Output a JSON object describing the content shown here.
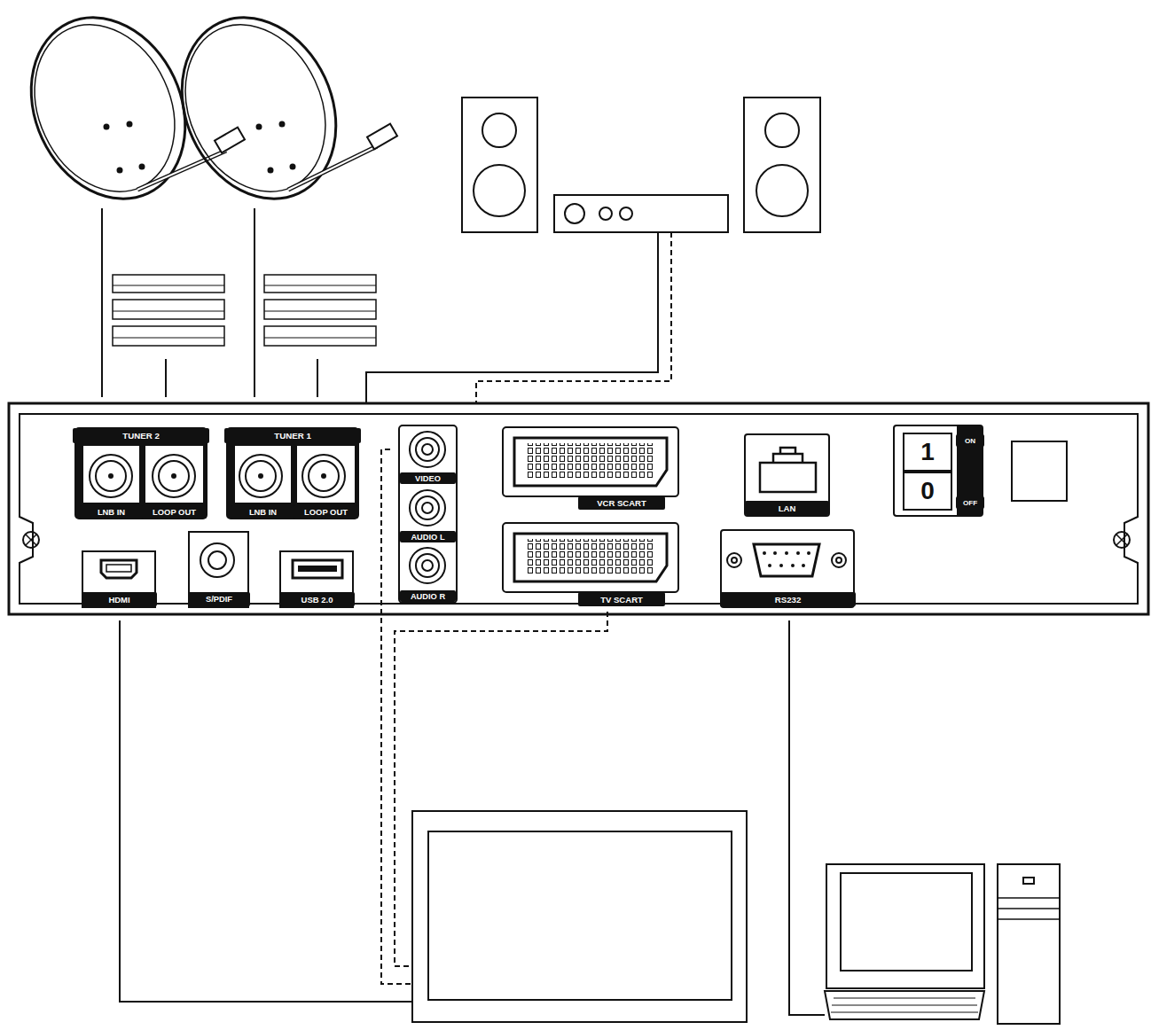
{
  "diagram": {
    "nodes": [
      {
        "text": [
          "TUNER 2"
        ]
      },
      {
        "text": [
          "LNB IN"
        ],
        "in": 0
      },
      {
        "text": [
          "LOOP OUT"
        ],
        "in": 0
      },
      {
        "text": [
          "TUNER 1"
        ]
      },
      {
        "text": [
          "LNB IN"
        ],
        "in": 3
      },
      {
        "text": [
          "LOOP OUT"
        ],
        "in": 3
      },
      {
        "text": [
          "VIDEO"
        ]
      },
      {
        "text": [
          "AUDIO L"
        ]
      },
      {
        "text": [
          "AUDIO R"
        ]
      },
      {
        "text": [
          "VCR SCART"
        ]
      },
      {
        "text": [
          "TV SCART"
        ]
      },
      {
        "text": [
          "LAN"
        ]
      },
      {
        "text": [
          "HDMI"
        ]
      },
      {
        "text": [
          "S/PDIF"
        ]
      },
      {
        "text": [
          "USB 2.0"
        ]
      },
      {
        "text": [
          "RS232"
        ]
      },
      {
        "text": [
          "1",
          "0",
          "ON",
          "OFF"
        ]
      }
    ]
  }
}
